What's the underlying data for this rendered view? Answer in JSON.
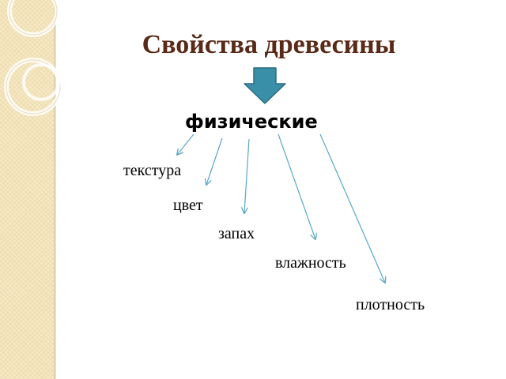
{
  "slide": {
    "title": "Свойства древесины",
    "category": "физические",
    "properties": [
      "текстура",
      "цвет",
      "запах",
      "влажность",
      "плотность"
    ]
  },
  "colors": {
    "title": "#5a2a18",
    "arrow_fill": "#3a8fa8",
    "arrow_stroke": "#2b6e82",
    "connector": "#5aa8c8",
    "side_band": "#f3e3b8"
  }
}
